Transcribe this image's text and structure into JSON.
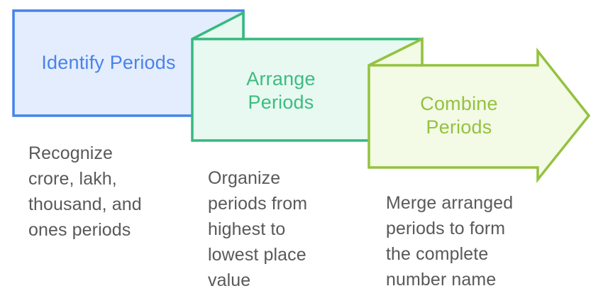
{
  "diagram": {
    "type": "process-flow",
    "background": "#FFFFFF",
    "description_color": "#58595B",
    "steps": [
      {
        "label": "Identify Periods",
        "description": "Recognize\ncrore, lakh,\nthousand, and\nones periods",
        "fill": "#E3EDFD",
        "stroke": "#4683EC",
        "label_color": "#4A82E9"
      },
      {
        "label": "Arrange\nPeriods",
        "description": "Organize\nperiods from\nhighest to\nlowest place\nvalue",
        "fill": "#E8F9F1",
        "stroke": "#34BA7C",
        "label_color": "#3CBC80"
      },
      {
        "label": "Combine\nPeriods",
        "description": "Merge arranged\nperiods to form\nthe complete\nnumber name",
        "fill": "#F3FAE6",
        "stroke": "#94C23E",
        "label_color": "#94C23E"
      }
    ]
  }
}
